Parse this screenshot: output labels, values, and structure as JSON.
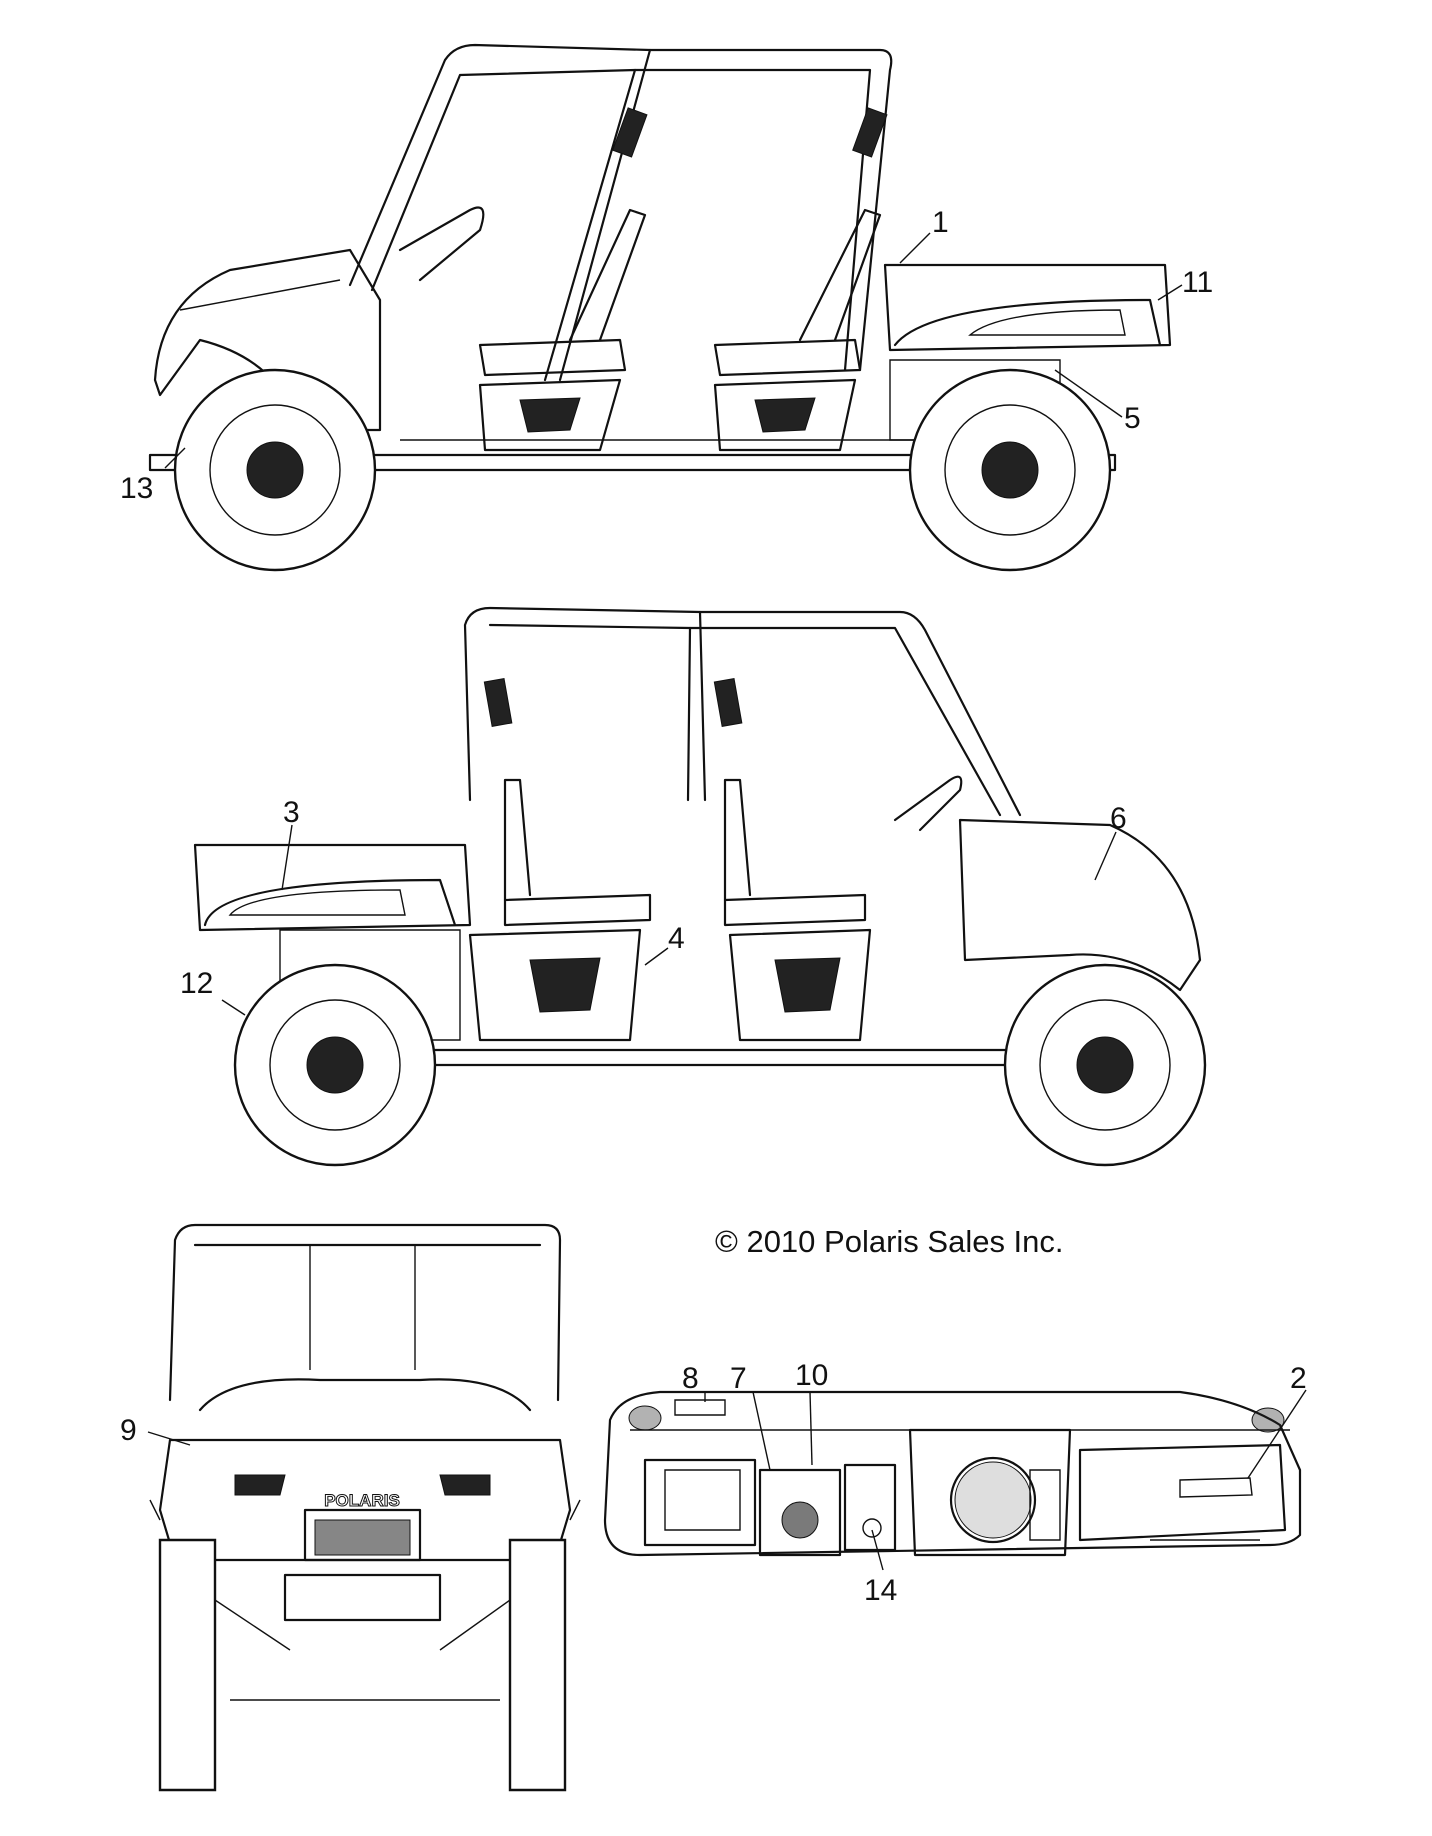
{
  "copyright": "© 2010 Polaris Sales Inc.",
  "views": [
    {
      "name": "left-side-view"
    },
    {
      "name": "right-side-view"
    },
    {
      "name": "front-view",
      "brand_badge": "POLARIS"
    },
    {
      "name": "dashboard-view"
    }
  ],
  "callouts": [
    {
      "id": "c1",
      "label": "1"
    },
    {
      "id": "c2",
      "label": "2"
    },
    {
      "id": "c3",
      "label": "3"
    },
    {
      "id": "c4",
      "label": "4"
    },
    {
      "id": "c5",
      "label": "5"
    },
    {
      "id": "c6",
      "label": "6"
    },
    {
      "id": "c7",
      "label": "7"
    },
    {
      "id": "c8",
      "label": "8"
    },
    {
      "id": "c9",
      "label": "9"
    },
    {
      "id": "c10",
      "label": "10"
    },
    {
      "id": "c11",
      "label": "11"
    },
    {
      "id": "c12",
      "label": "12"
    },
    {
      "id": "c13",
      "label": "13"
    },
    {
      "id": "c14",
      "label": "14"
    }
  ]
}
